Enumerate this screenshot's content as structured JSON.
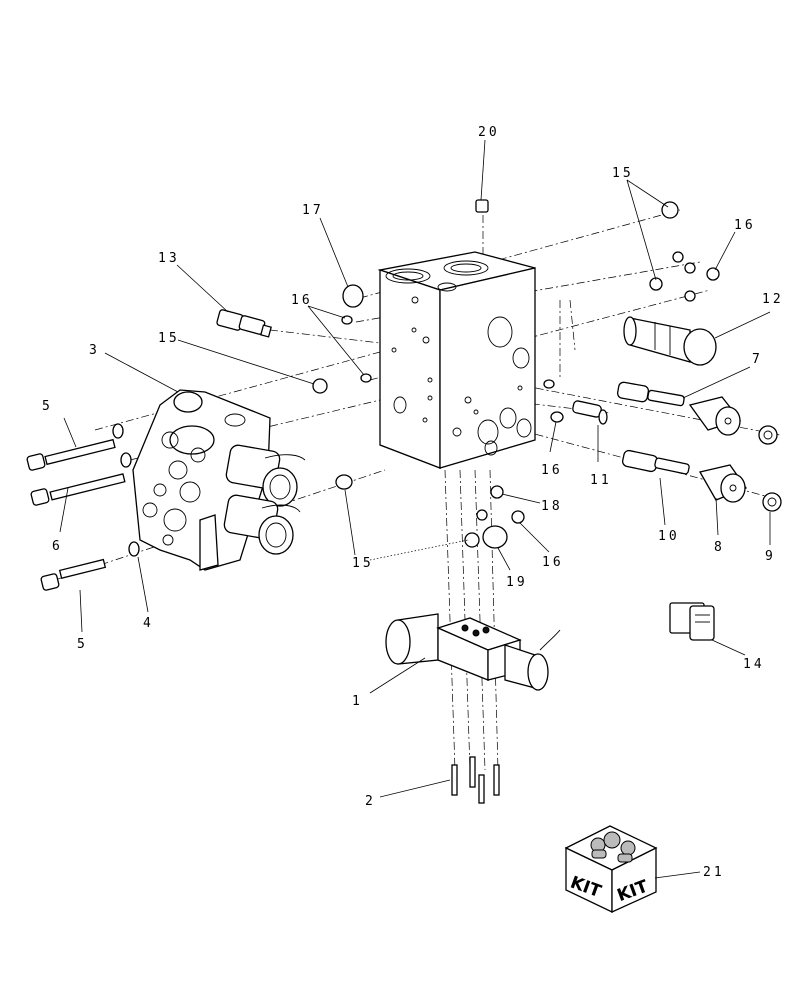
{
  "callouts": {
    "c1": "1",
    "c2": "2",
    "c3": "3",
    "c4": "4",
    "c5a": "5",
    "c5b": "5",
    "c6": "6",
    "c7": "7",
    "c8": "8",
    "c9": "9",
    "c10": "10",
    "c11": "11",
    "c12": "12",
    "c13": "13",
    "c14": "14",
    "c15a": "15",
    "c15b": "15",
    "c15c": "15",
    "c16a": "16",
    "c16b": "16",
    "c16c": "16",
    "c17": "17",
    "c18": "18",
    "c19": "19",
    "c20": "20",
    "c21": "21"
  },
  "kit": {
    "face_left": "KIT",
    "face_right": "KIT"
  },
  "colors": {
    "ink": "#000000",
    "paper": "#ffffff",
    "shade": "#bbbbbb"
  }
}
